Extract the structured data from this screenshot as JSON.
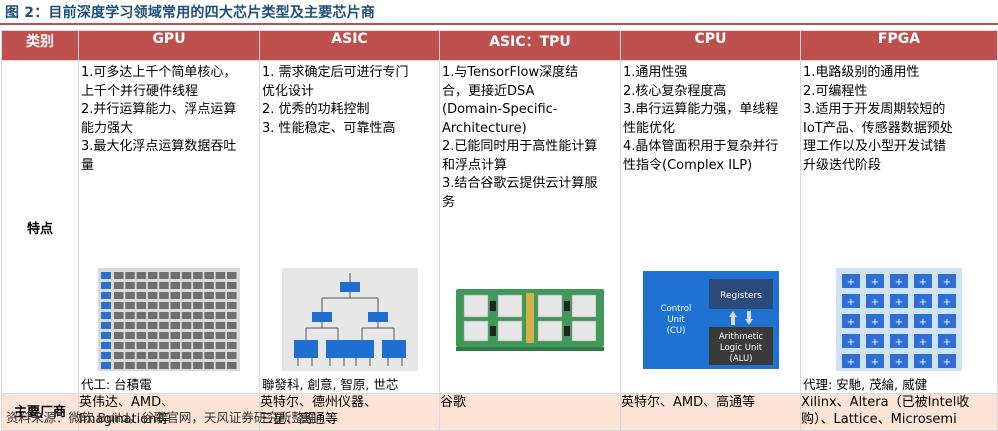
{
  "title": "图 2：目前深度学习领域常用的四大芯片类型及主要芯片商",
  "header": [
    "类别",
    "GPU",
    "ASIC",
    "ASIC：TPU",
    "CPU",
    "FPGA"
  ],
  "row_labels": {
    "features": "特点",
    "vendors": "主要厂商"
  },
  "features": {
    "gpu": [
      "1.可多达上千个简单核心，",
      "上千个并行硬件线程",
      "2.并行运算能力、浮点运算",
      "能力强大",
      "3.最大化浮点运算数据吞吐",
      "量"
    ],
    "asic": [
      "1. 需求确定后可进行专门",
      "优化设计",
      "2. 优秀的功耗控制",
      "3. 性能稳定、可靠性高"
    ],
    "tpu": [
      "1.与TensorFlow深度结",
      "合，更接近DSA",
      "(Domain-Specific-",
      "Architecture)",
      "2.已能同时用于高性能计算",
      "和浮点计算",
      "3.结合谷歌云提供云计算服",
      "务"
    ],
    "cpu": [
      "1.通用性强",
      "2.核心复杂程度高",
      "3.串行运算能力强，单线程",
      "性能优化",
      "4.晶体管面积用于复杂并行",
      "性指令(Complex ILP)"
    ],
    "fpga": [
      "1.电路级别的通用性",
      "2.可编程性",
      "3.适用于开发周期较短的",
      "IoT产品、传感器数据预处",
      "理工作以及小型开发试错",
      "升级迭代阶段"
    ]
  },
  "captions": {
    "gpu": "代工: 台積電",
    "asic": "聯發科, 創意, 智原, 世芯",
    "fpga": "代理: 安馳, 茂綸, 威健"
  },
  "cpu_diagram": {
    "control_unit": [
      "Control",
      "Unit",
      "(CU)"
    ],
    "registers": "Registers",
    "alu": [
      "Arithmetic",
      "Logic Unit",
      "(ALU)"
    ]
  },
  "vendors": {
    "gpu": [
      "英伟达、AMD、",
      "Imagination等"
    ],
    "asic": [
      "英特尔、德州仪器、",
      "三星、高通等"
    ],
    "tpu": [
      "谷歌"
    ],
    "cpu": [
      "英特尔、AMD、高通等"
    ],
    "fpga": [
      "Xilinx、Altera（已被Intel收",
      "购）、Lattice、Microsemi"
    ]
  },
  "source": "资料来源：微软 Build，谷歌官网，天风证券研究所整理",
  "colors": {
    "header_bg": "#c0504d",
    "vendor_bg": "#fbe4d5",
    "title": "#1f4e79",
    "cpu_blue": "#1e73d2",
    "gpu_blue": "#2a6fc9",
    "asic_blue": "#1f6fd1"
  }
}
